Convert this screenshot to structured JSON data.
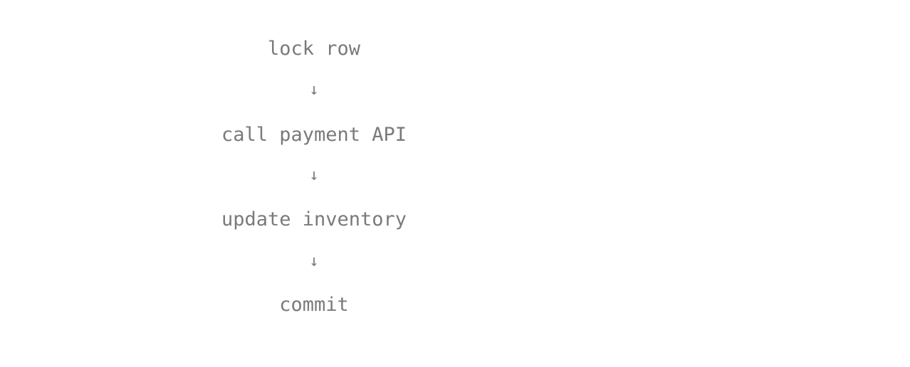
{
  "flow": {
    "steps": [
      "lock row",
      "call payment API",
      "update inventory",
      "commit"
    ],
    "arrow_glyph": "↓",
    "text_color": "#7a7a7a",
    "background": "#ffffff"
  }
}
